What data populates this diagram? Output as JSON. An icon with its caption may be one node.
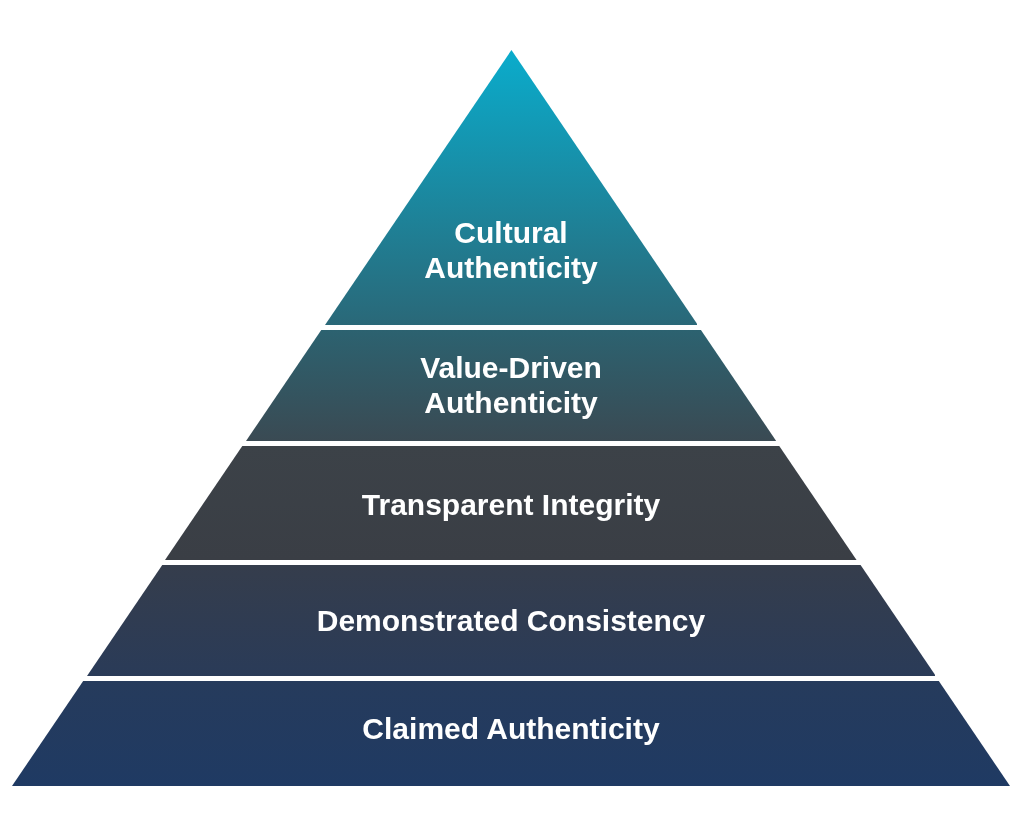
{
  "diagram": {
    "nodes": [
      {
        "text": [
          "Cultural Authenticity"
        ]
      },
      {
        "text": [
          "Value-Driven Authenticity"
        ]
      },
      {
        "text": [
          "Transparent Integrity"
        ]
      },
      {
        "text": [
          "Demonstrated Consistency"
        ]
      },
      {
        "text": [
          "Claimed Authenticity"
        ]
      }
    ]
  }
}
